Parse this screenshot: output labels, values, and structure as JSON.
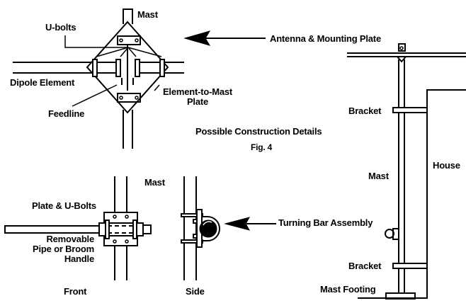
{
  "figure": {
    "title": "Possible Construction Details",
    "subtitle": "Fig. 4"
  },
  "top_detail": {
    "labels": {
      "mast": "Mast",
      "u_bolts": "U-bolts",
      "dipole_element": "Dipole Element",
      "feedline": "Feedline",
      "element_to_mast_plate_line1": "Element-to-Mast",
      "element_to_mast_plate_line2": "Plate"
    },
    "callout": "Antenna & Mounting Plate"
  },
  "bottom_detail": {
    "labels": {
      "mast": "Mast",
      "plate_u_bolts": "Plate & U-Bolts",
      "removable_line1": "Removable",
      "removable_line2": "Pipe or Broom",
      "removable_line3": "Handle",
      "front": "Front",
      "side": "Side"
    },
    "callout": "Turning Bar Assembly"
  },
  "house_view": {
    "labels": {
      "bracket_top": "Bracket",
      "mast": "Mast",
      "house": "House",
      "bracket_bottom": "Bracket",
      "mast_footing": "Mast Footing"
    }
  }
}
